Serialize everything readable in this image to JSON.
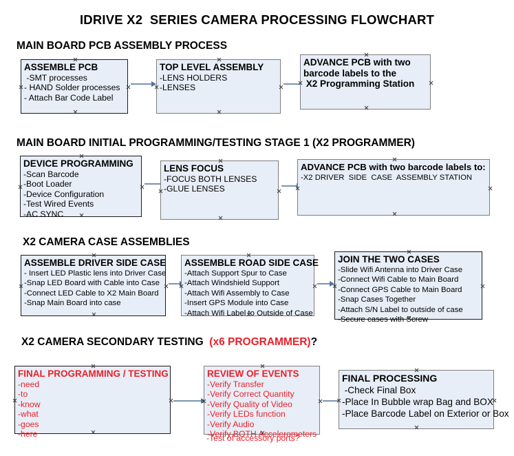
{
  "title": "IDRIVE X2  SERIES CAMERA PROCESSING FLOWCHART",
  "colors": {
    "node_fill": "#e8eef7",
    "node_border_dark": "#1a1a1a",
    "node_border_gray": "#7d7d7d",
    "arrow": "#7a93b0",
    "accent_red": "#e8202a",
    "text": "#000000"
  },
  "sections": [
    {
      "heading": "MAIN BOARD PCB ASSEMBLY PROCESS",
      "heading_accent": "",
      "heading_suffix": ""
    },
    {
      "heading": "MAIN BOARD INITIAL PROGRAMMING/TESTING STAGE 1 (X2 PROGRAMMER)",
      "heading_accent": "",
      "heading_suffix": ""
    },
    {
      "heading": "X2 CAMERA CASE ASSEMBLIES",
      "heading_accent": "",
      "heading_suffix": ""
    },
    {
      "heading": "X2 CAMERA SECONDARY TESTING  ",
      "heading_accent": "(x6 PROGRAMMER)",
      "heading_suffix": "?"
    }
  ],
  "nodes": [
    {
      "id": "assemble-pcb",
      "title": "ASSEMBLE PCB",
      "lines": [
        " -SMT processes",
        "- HAND Solder processes",
        "- Attach Bar Code Label"
      ]
    },
    {
      "id": "top-level-assembly",
      "title": "TOP LEVEL ASSEMBLY",
      "lines": [
        "-LENS HOLDERS",
        "-LENSES"
      ]
    },
    {
      "id": "advance-pcb-to-x2-station",
      "title": "ADVANCE PCB with two",
      "lines": [
        "barcode labels to the",
        " X2 Programming Station"
      ]
    },
    {
      "id": "device-programming",
      "title": "DEVICE PROGRAMMING",
      "lines": [
        "-Scan Barcode",
        "-Boot Loader",
        "-Device Configuration",
        "-Test Wired Events",
        "-AC SYNC"
      ]
    },
    {
      "id": "lens-focus",
      "title": "LENS FOCUS",
      "lines": [
        "-FOCUS BOTH LENSES",
        "-GLUE LENSES"
      ]
    },
    {
      "id": "advance-pcb-to-driver-side",
      "title": "ADVANCE PCB with two barcode labels to:",
      "lines": [
        "-X2 DRIVER  SIDE  CASE  ASSEMBLY STATION"
      ]
    },
    {
      "id": "assemble-driver-side-case",
      "title": "ASSEMBLE DRIVER SIDE CASE",
      "lines": [
        "- Insert LED Plastic lens into Driver Case",
        "-Snap LED Board with Cable into Case",
        "-Connect LED Cable to X2 Main Board",
        "-Snap Main Board into case"
      ]
    },
    {
      "id": "assemble-road-side-case",
      "title": "ASSEMBLE ROAD SIDE CASE",
      "lines": [
        "-Attach Support Spur to Case",
        "-Attach Windshield Support",
        "-Attach Wifi Assembly to Case",
        "-Insert GPS Module into Case",
        "-Attach Wifi Label to Outside of Case"
      ]
    },
    {
      "id": "join-the-two-cases",
      "title": "JOIN THE TWO CASES",
      "lines": [
        "-Slide Wifi Antenna into Driver Case",
        "-Connect Wifi Cable to Main Board",
        "-Connect GPS Cable to Main Board",
        "-Snap Cases Together",
        "-Attach S/N Label to outside of case",
        "-Secure cases with Screw"
      ]
    },
    {
      "id": "final-programming-testing",
      "title": "FINAL PROGRAMMING / TESTING",
      "lines": [
        "-need",
        "-to",
        "-know",
        "-what",
        "-goes",
        "-here"
      ]
    },
    {
      "id": "review-of-events",
      "title": "REVIEW OF EVENTS",
      "lines": [
        "-Verify Transfer",
        "-Verify Correct Quantity",
        "-Verify Quality of Video",
        "-Verify LEDs function",
        "-Verify Audio",
        "-Verify BOTH Accelerometers"
      ],
      "overflow_line": "-Test of accessory ports?"
    },
    {
      "id": "final-processing",
      "title": "FINAL PROCESSING",
      "lines": [
        " -Check Final Box",
        "-Place In Bubble wrap Bag and BOX",
        "-Place Barcode Label on Exterior or Box"
      ]
    }
  ]
}
